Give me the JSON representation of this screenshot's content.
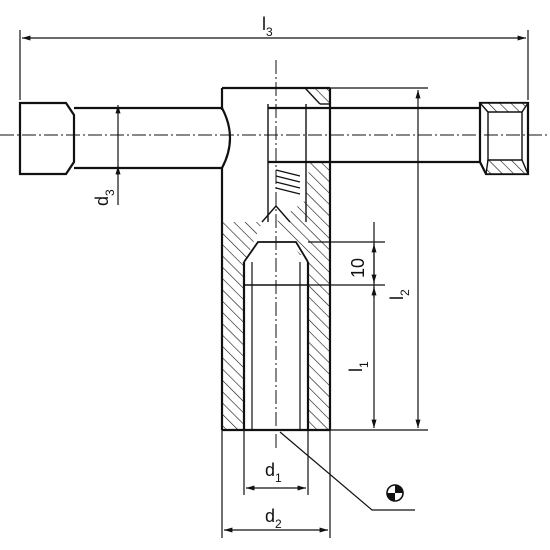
{
  "labels": {
    "l3": {
      "base": "l",
      "sub": "3"
    },
    "l2": {
      "base": "l",
      "sub": "2"
    },
    "l1": {
      "base": "l",
      "sub": "1"
    },
    "d3": {
      "base": "d",
      "sub": "3"
    },
    "d1": {
      "base": "d",
      "sub": "1"
    },
    "d2": {
      "base": "d",
      "sub": "2"
    },
    "dim10": "10"
  },
  "symbols": {
    "center_mark": "center-of-gravity-icon"
  },
  "colors": {
    "line": "#111111",
    "background": "#ffffff"
  }
}
